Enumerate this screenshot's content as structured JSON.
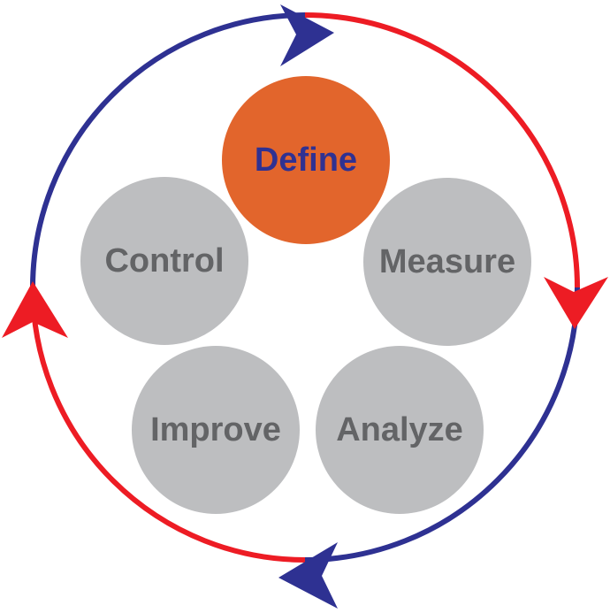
{
  "stages": [
    {
      "label": "Define",
      "fill": "#E2652C",
      "text_color": "#2F3192",
      "active": true
    },
    {
      "label": "Measure",
      "fill": "#BDBEC0",
      "text_color": "#636466",
      "active": false
    },
    {
      "label": "Analyze",
      "fill": "#BDBEC0",
      "text_color": "#636466",
      "active": false
    },
    {
      "label": "Improve",
      "fill": "#BDBEC0",
      "text_color": "#636466",
      "active": false
    },
    {
      "label": "Control",
      "fill": "#BDBEC0",
      "text_color": "#636466",
      "active": false
    }
  ],
  "cycle": {
    "direction": "clockwise",
    "colors": {
      "blue": "#2E3192",
      "red": "#ED1C24"
    }
  }
}
